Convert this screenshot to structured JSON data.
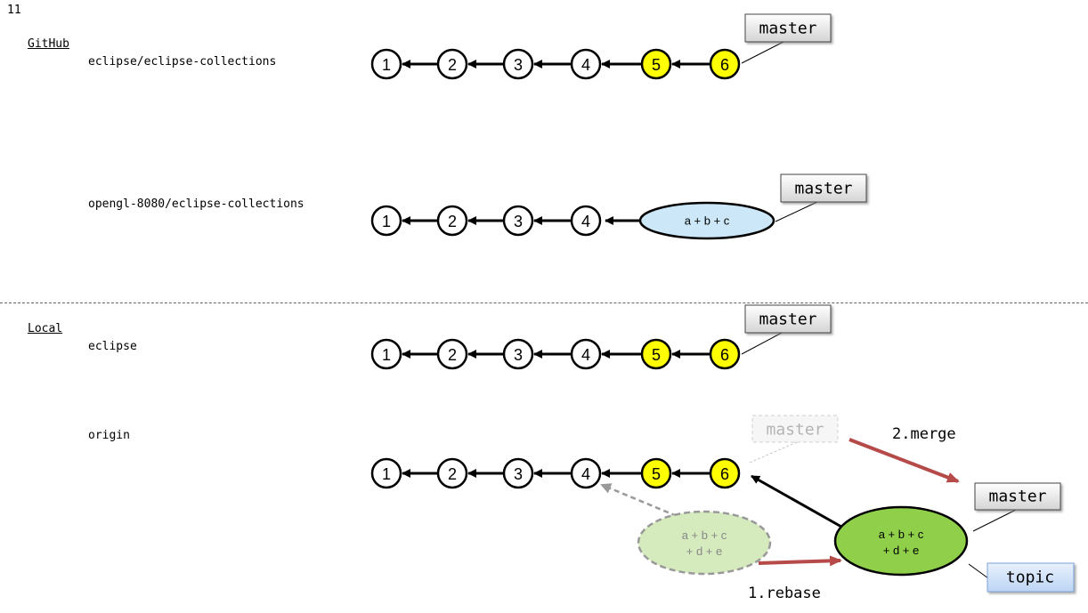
{
  "page_number": "11",
  "sections": {
    "github": {
      "title": "GitHub"
    },
    "local": {
      "title": "Local"
    }
  },
  "repos": {
    "upstream": "eclipse/eclipse-collections",
    "fork": "opengl-8080/eclipse-collections",
    "eclipse": "eclipse",
    "origin": "origin"
  },
  "commits": [
    "1",
    "2",
    "3",
    "4",
    "5",
    "6"
  ],
  "combined_commit": "a + b + c",
  "squash_lines": [
    "a + b + c",
    "+ d + e"
  ],
  "refs": {
    "master": "master",
    "topic": "topic"
  },
  "operations": {
    "rebase": "1.rebase",
    "merge": "2.merge"
  },
  "colors": {
    "commit_default": "#ffffff",
    "commit_new": "#ffff00",
    "combined_blue": "#cce8f8",
    "squash_green": "#8fcf4a",
    "squash_ghost": "#d6ebbd",
    "arrow_red": "#b54a48",
    "topic_blue": "#d6e6fb"
  }
}
